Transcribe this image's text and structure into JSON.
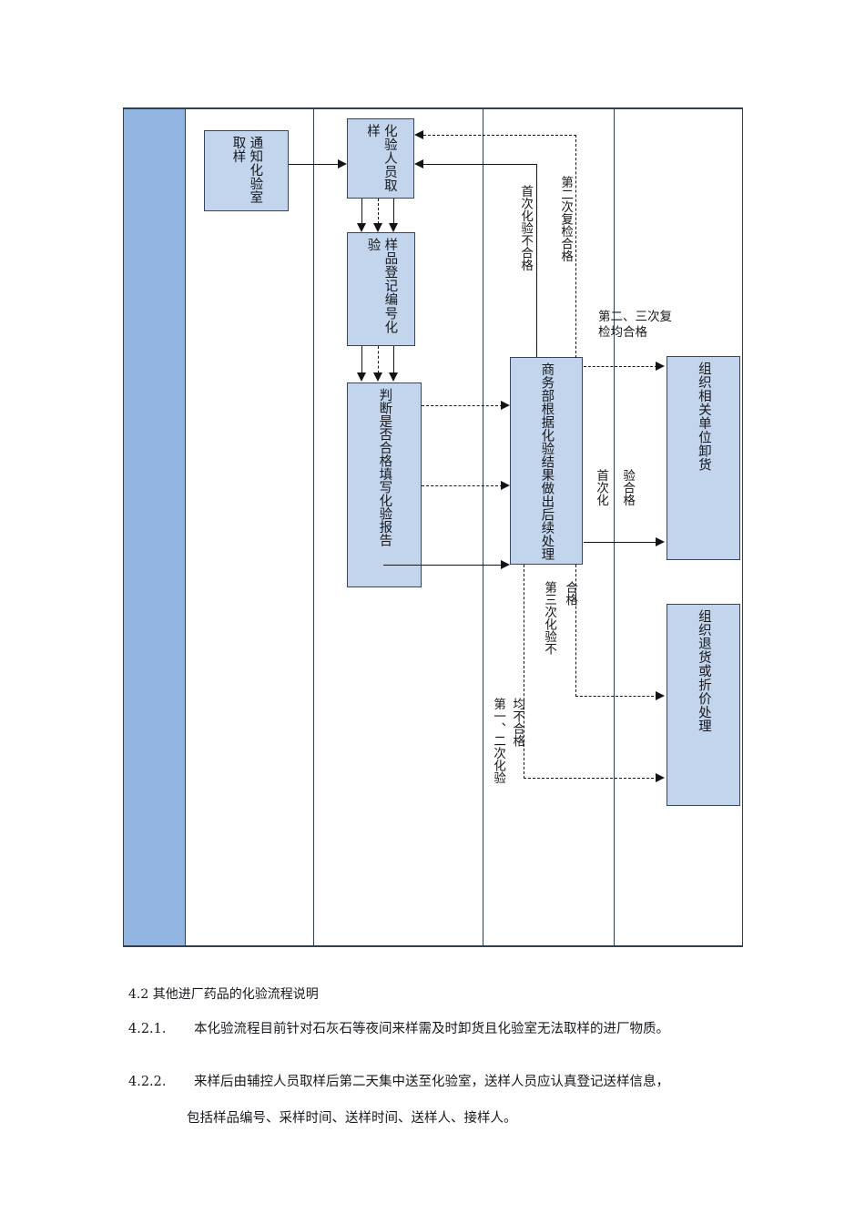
{
  "diagram": {
    "title_hidden": "进厂药品化验流程图",
    "lanes": [
      "",
      "",
      "",
      "",
      ""
    ],
    "nodes": [
      {
        "id": "notify",
        "label": "通知化验室取样"
      },
      {
        "id": "sampling",
        "label": "化验人员取样"
      },
      {
        "id": "register",
        "label": "样品登记编号化验"
      },
      {
        "id": "judge",
        "label": "判断是否合格填写化验报告"
      },
      {
        "id": "business",
        "label": "商务部根据化验结果做出后续处理"
      },
      {
        "id": "unload",
        "label": "组织相关单位卸货"
      },
      {
        "id": "return",
        "label": "组织退货或折价处理"
      }
    ],
    "edge_labels": [
      {
        "id": "first-fail",
        "text": "首次化验不合格",
        "orient": "vertical"
      },
      {
        "id": "second-recheck",
        "text": "第二次复检合格",
        "orient": "vertical"
      },
      {
        "id": "second-third-ok",
        "text": "第二、三次复\n检均合格",
        "orient": "horizontal"
      },
      {
        "id": "first-ok-a",
        "text": "首次化",
        "orient": "vertical"
      },
      {
        "id": "first-ok-b",
        "text": "验合格",
        "orient": "vertical"
      },
      {
        "id": "third-fail",
        "text": "第三次化验不",
        "orient": "vertical"
      },
      {
        "id": "third-fail-2",
        "text": "合格",
        "orient": "vertical"
      },
      {
        "id": "first-second-fail",
        "text": "第一、二次化验",
        "orient": "vertical"
      },
      {
        "id": "first-second-fail-2",
        "text": "均不合格",
        "orient": "vertical"
      }
    ],
    "colors": {
      "lane_band": "#92b4e0",
      "node_fill": "#c3d5ed",
      "node_border": "#36465a",
      "connector": "#11151a"
    }
  },
  "document": {
    "section_heading": "4.2  其他进厂药品的化验流程说明",
    "paragraphs": [
      {
        "number": "4.2.1.",
        "text": "本化验流程目前针对石灰石等夜间来样需及时卸货且化验室无法取样的进厂物质。",
        "continuation": ""
      },
      {
        "number": "4.2.2.",
        "text": "来样后由辅控人员取样后第二天集中送至化验室，送样人员应认真登记送样信息，",
        "continuation": "包括样品编号、采样时间、送样时间、送样人、接样人。"
      }
    ]
  }
}
